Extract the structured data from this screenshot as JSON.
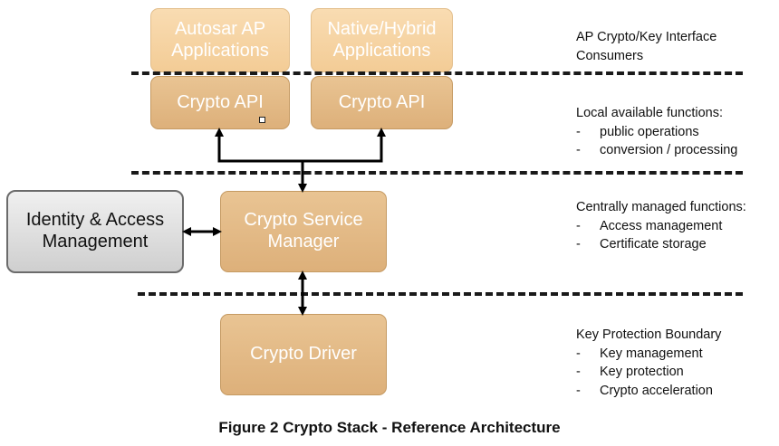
{
  "boxes": {
    "autosar_apps": "Autosar AP\nApplications",
    "native_apps": "Native/Hybrid\nApplications",
    "crypto_api_left": "Crypto API",
    "crypto_api_right": "Crypto API",
    "crypto_service_manager": "Crypto Service\nManager",
    "identity_access_mgmt": "Identity & Access\nManagement",
    "crypto_driver": "Crypto Driver"
  },
  "notes": {
    "consumers": {
      "line1": "AP Crypto/Key Interface",
      "line2": "Consumers"
    },
    "local": {
      "heading": "Local available functions:",
      "items": [
        "public operations",
        "conversion / processing"
      ]
    },
    "central": {
      "heading": "Centrally managed functions:",
      "items": [
        "Access management",
        "Certificate storage"
      ]
    },
    "protection": {
      "heading": "Key Protection Boundary",
      "items": [
        "Key management",
        "Key protection",
        "Crypto acceleration"
      ]
    }
  },
  "caption": "Figure 2 Crypto Stack - Reference Architecture",
  "colors": {
    "box_light": "#f6d4a4",
    "box_mid": "#e3ba86",
    "box_grey": "#dcdcdc",
    "line": "#000000"
  }
}
